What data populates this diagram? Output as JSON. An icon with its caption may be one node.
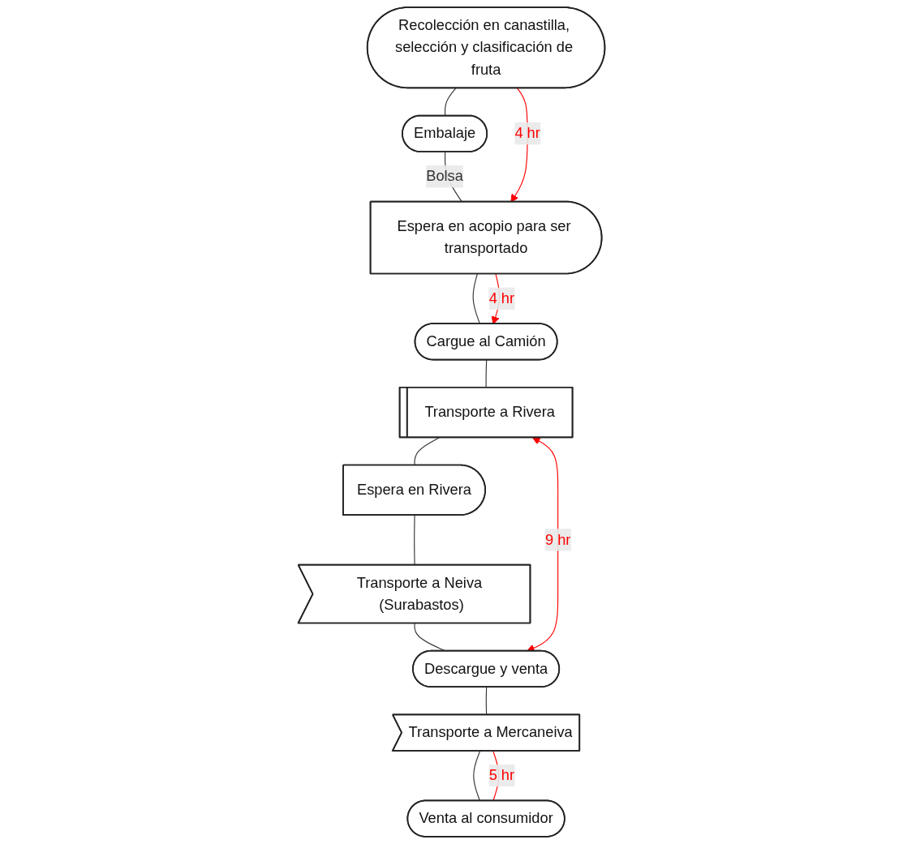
{
  "diagram": {
    "nodes": [
      {
        "text": [
          "Recolección en canastilla, selección y clasificación de fruta"
        ]
      },
      {
        "text": [
          "Embalaje"
        ]
      },
      {
        "text": [
          "Espera en acopio para ser transportado"
        ]
      },
      {
        "text": [
          "Cargue al Camión"
        ]
      },
      {
        "text": [
          "Transporte a Rivera"
        ]
      },
      {
        "text": [
          "Espera en Rivera"
        ]
      },
      {
        "text": [
          "Transporte a Neiva (Surabastos)"
        ]
      },
      {
        "text": [
          "Descargue y venta"
        ]
      },
      {
        "text": [
          "Transporte a Mercaneiva"
        ]
      },
      {
        "text": [
          "Venta al consumidor"
        ]
      }
    ],
    "edges": [
      {
        "from": 0,
        "to": 1,
        "arrow": "none"
      },
      {
        "from": 1,
        "to": 2,
        "arrow": "none",
        "label": "Bolsa"
      },
      {
        "from": 2,
        "to": 3,
        "arrow": "none"
      },
      {
        "from": 3,
        "to": 4,
        "arrow": "none"
      },
      {
        "from": 4,
        "to": 5,
        "arrow": "none"
      },
      {
        "from": 5,
        "to": 6,
        "arrow": "none"
      },
      {
        "from": 6,
        "to": 7,
        "arrow": "none"
      },
      {
        "from": 7,
        "to": 8,
        "arrow": "none"
      },
      {
        "from": 8,
        "to": 9,
        "arrow": "none"
      },
      {
        "from": 0,
        "to": 2,
        "arrow": "to",
        "label": "4 hr",
        "color": "#ff0000"
      },
      {
        "from": 2,
        "to": 3,
        "arrow": "to",
        "label": "4 hr",
        "color": "#ff0000"
      },
      {
        "from": 4,
        "to": 7,
        "arrow": "both",
        "label": "9 hr",
        "color": "#ff0000"
      },
      {
        "from": 8,
        "to": 9,
        "arrow": "none",
        "label": "5 hr",
        "color": "#ff0000"
      }
    ]
  }
}
